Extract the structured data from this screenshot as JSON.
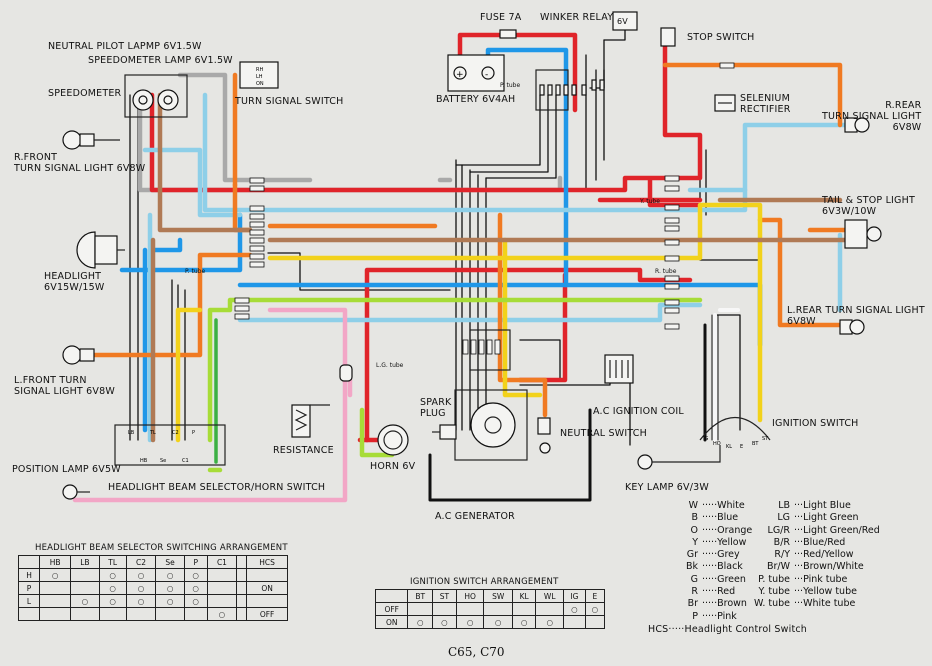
{
  "labels": {
    "fuse": "FUSE 7A",
    "winker_relay": "WINKER RELAY",
    "relay_6v": "6V",
    "stop_switch": "STOP SWITCH",
    "neutral_pilot": "NEUTRAL PILOT LAPMP 6V1.5W",
    "speedometer_lamp": "SPEEDOMETER LAMP 6V1.5W",
    "speedometer": "SPEEDOMETER",
    "turn_signal_switch": "TURN SIGNAL SWITCH",
    "battery": "BATTERY 6V4AH",
    "selenium": "SELENIUM\nRECTIFIER",
    "r_rear": "R.REAR\nTURN SIGNAL LIGHT\n6V8W",
    "r_front": "R.FRONT\nTURN SIGNAL LIGHT 6V8W",
    "tail_stop": "TAIL & STOP LIGHT\n6V3W/10W",
    "headlight": "HEADLIGHT\n6V15W/15W",
    "l_rear": "L.REAR TURN SIGNAL LIGHT\n6V8W",
    "l_front": "L.FRONT TURN\nSIGNAL LIGHT 6V8W",
    "resistance": "RESISTANCE",
    "spark_plug": "SPARK\nPLUG",
    "ac_ignition_coil": "A.C IGNITION COIL",
    "neutral_switch": "NEUTRAL SWITCH",
    "ignition_switch": "IGNITION SWITCH",
    "horn": "HORN 6V",
    "position_lamp": "POSITION LAMP 6V5W",
    "beam_selector": "HEADLIGHT BEAM SELECTOR/HORN SWITCH",
    "key_lamp": "KEY LAMP 6V/3W",
    "ac_generator": "A.C GENERATOR",
    "model": "C65, C70",
    "p_tube": "P. tube",
    "lg_tube": "L.G. tube",
    "y_tube": "Y. tube",
    "r_tube": "R. tube"
  },
  "beam_table": {
    "title": "HEADLIGHT BEAM SELECTOR SWITCHING ARRANGEMENT",
    "headers": [
      "",
      "HB",
      "LB",
      "TL",
      "C2",
      "Se",
      "P",
      "C1",
      "",
      "HCS"
    ],
    "rows": [
      "H",
      "P",
      "L"
    ],
    "hcs": [
      "",
      "ON",
      "",
      "OFF"
    ]
  },
  "ign_table": {
    "title": "IGNITION SWITCH ARRANGEMENT",
    "headers": [
      "",
      "BT",
      "ST",
      "HO",
      "SW",
      "KL",
      "WL",
      "IG",
      "E"
    ],
    "rows": [
      "OFF",
      "ON"
    ]
  },
  "legend": {
    "left": [
      {
        "code": "W",
        "name": "White"
      },
      {
        "code": "B",
        "name": "Blue"
      },
      {
        "code": "O",
        "name": "Orange"
      },
      {
        "code": "Y",
        "name": "Yellow"
      },
      {
        "code": "Gr",
        "name": "Grey"
      },
      {
        "code": "Bk",
        "name": "Black"
      },
      {
        "code": "G",
        "name": "Green"
      },
      {
        "code": "R",
        "name": "Red"
      },
      {
        "code": "Br",
        "name": "Brown"
      },
      {
        "code": "P",
        "name": "Pink"
      }
    ],
    "right": [
      {
        "code": "LB",
        "name": "Light Blue"
      },
      {
        "code": "LG",
        "name": "Light Green"
      },
      {
        "code": "LG/R",
        "name": "Light Green/Red"
      },
      {
        "code": "B/R",
        "name": "Blue/Red"
      },
      {
        "code": "R/Y",
        "name": "Red/Yellow"
      },
      {
        "code": "Br/W",
        "name": "Brown/White"
      },
      {
        "code": "P. tube",
        "name": "Pink tube"
      },
      {
        "code": "Y. tube",
        "name": "Yellow tube"
      },
      {
        "code": "W. tube",
        "name": "White tube"
      }
    ],
    "hcs": {
      "code": "HCS",
      "name": "Headlight Control Switch"
    }
  },
  "colors": {
    "background": "#e6e6e3",
    "red": "#e0242a",
    "blue": "#1f97e8",
    "light_blue": "#8ecfe8",
    "orange": "#f07a22",
    "yellow": "#f2d21b",
    "grey": "#a9a9a9",
    "brown": "#b07a55",
    "pink": "#f2a6c6",
    "light_green": "#a7dc37",
    "black": "#111111",
    "white_wire": "#f4f4f4"
  }
}
